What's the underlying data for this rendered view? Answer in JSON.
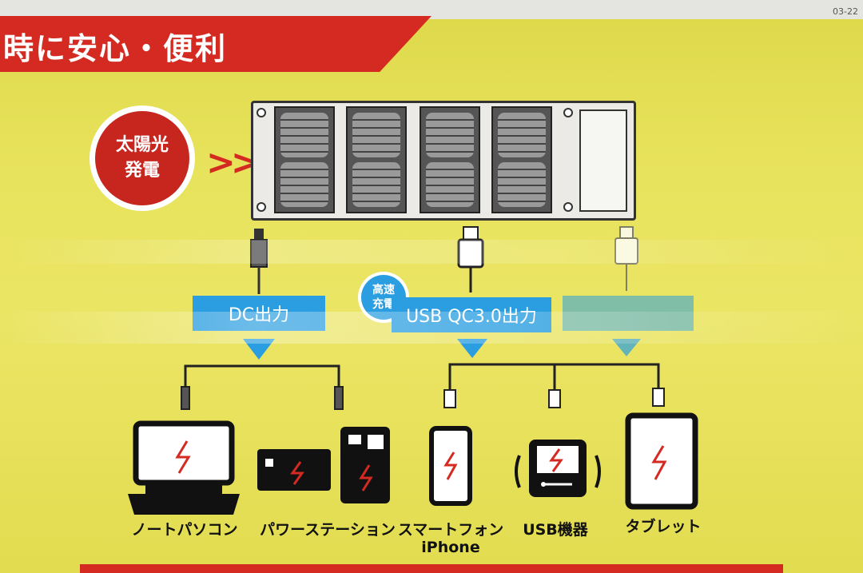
{
  "corner_code": "03-22",
  "banner_title": "時に安心・便利",
  "badge": {
    "line1": "太陽光",
    "line2": "発電"
  },
  "chevrons": "»",
  "bubble": {
    "line1": "高速",
    "line2": "充電"
  },
  "outputs": {
    "dc": "DC出力",
    "usb_qc": "USB QC3.0出力"
  },
  "devices": {
    "laptop": "ノートパソコン",
    "power_station": "パワーステーション",
    "smartphone": "スマートフォン",
    "iphone": "iPhone",
    "usb_device": "USB機器",
    "tablet": "タブレット"
  },
  "colors": {
    "banner": "#d42a22",
    "background": "#e9e35a",
    "label": "#2a9ee0",
    "lightning": "#d42a22"
  }
}
